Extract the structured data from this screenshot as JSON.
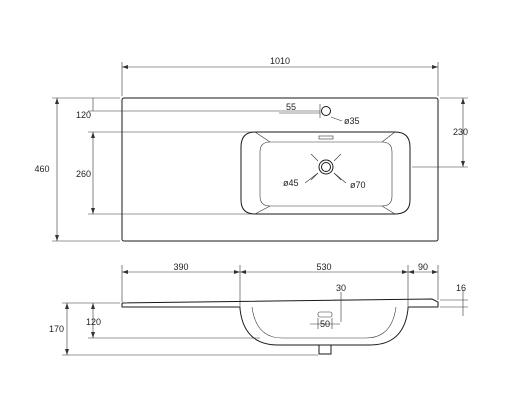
{
  "top_view": {
    "overall_width": "1010",
    "overall_depth": "460",
    "tap_hole_from_back": "120",
    "tap_offset": "55",
    "tap_hole_diameter": "ø35",
    "basin_to_back": "230",
    "basin_depth": "260",
    "drain_diameter": "ø45",
    "drain_outer_diameter": "ø70"
  },
  "front_view": {
    "left_ledge": "390",
    "bowl_width": "530",
    "right_ledge": "90",
    "top_thickness": "16",
    "overflow_offset": "30",
    "overflow_width": "50",
    "total_height": "170",
    "bowl_depth": "120"
  }
}
